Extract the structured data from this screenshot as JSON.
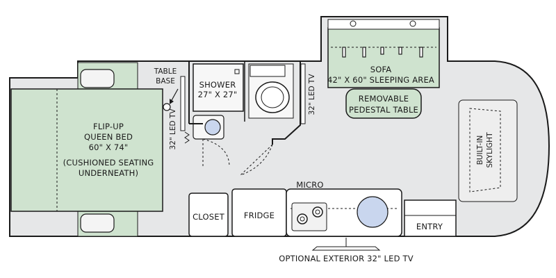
{
  "labels": {
    "bed_line1": "FLIP-UP",
    "bed_line2": "QUEEN BED",
    "bed_line3": "60\" X 74\"",
    "bed_line4": "(CUSHIONED SEATING",
    "bed_line5": "UNDERNEATH)",
    "table_base_line1": "TABLE",
    "table_base_line2": "BASE",
    "tv_left": "32\" LED TV",
    "shower_line1": "SHOWER",
    "shower_line2": "27\" X 27\"",
    "tv_center": "32\" LED TV",
    "sofa_line1": "SOFA",
    "sofa_line2": "42\" X 60\" SLEEPING AREA",
    "table_line1": "REMOVABLE",
    "table_line2": "PEDESTAL TABLE",
    "skylight_line1": "BUILT-IN",
    "skylight_line2": "SKYLIGHT",
    "micro": "MICRO",
    "closet": "CLOSET",
    "fridge": "FRIDGE",
    "entry": "ENTRY",
    "exterior_tv": "OPTIONAL EXTERIOR 32\" LED TV"
  },
  "colors": {
    "floor": "#e6e7e8",
    "furniture": "#cfe3cf",
    "wall": "#1a1a1a",
    "sink": "#c9d6ee"
  }
}
